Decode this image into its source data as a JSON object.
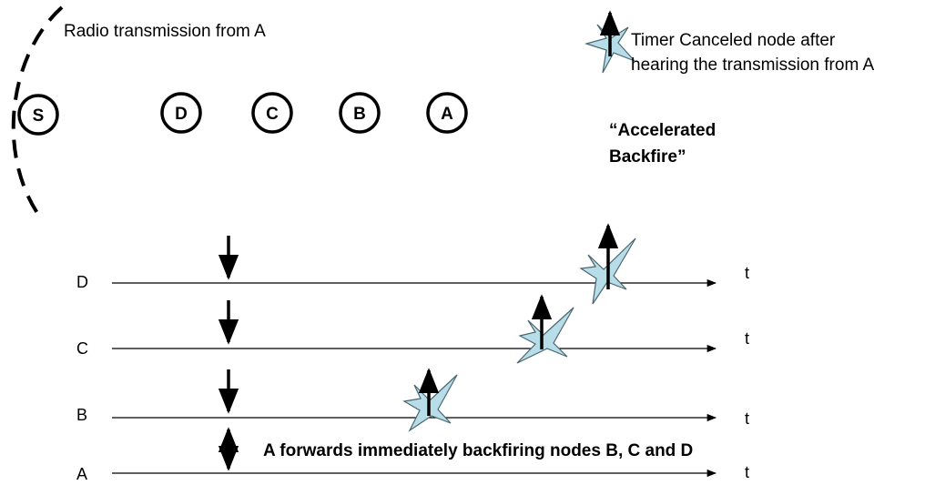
{
  "radio_label": "Radio transmission from A",
  "legend": {
    "line1": "Timer Canceled node after",
    "line2": "hearing the transmission from A"
  },
  "quote": {
    "line1": "“Accelerated",
    "line2": "Backfire”"
  },
  "nodes": [
    "S",
    "D",
    "C",
    "B",
    "A"
  ],
  "timelines": [
    {
      "label": "D",
      "axis": "t"
    },
    {
      "label": "C",
      "axis": "t"
    },
    {
      "label": "B",
      "axis": "t"
    },
    {
      "label": "A",
      "axis": "t"
    }
  ],
  "caption": "A forwards immediately backfiring nodes B, C and D",
  "colors": {
    "star_fill": "#b7dde8",
    "star_stroke": "#4a6670",
    "ink": "#000000"
  }
}
